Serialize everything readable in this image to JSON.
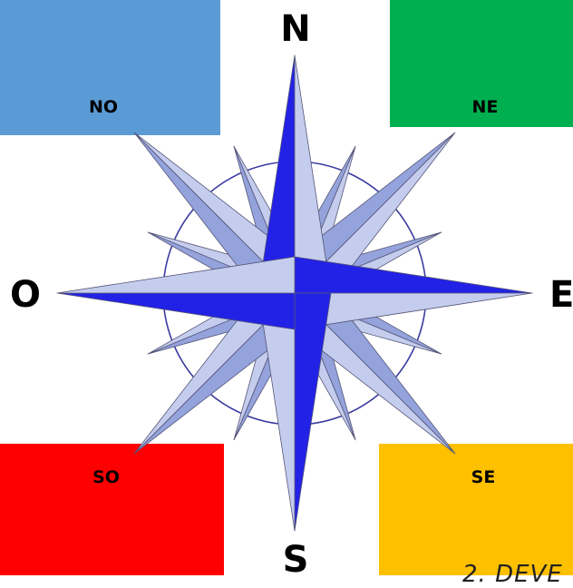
{
  "colors": {
    "nw": "#5b9bd5",
    "ne": "#00b050",
    "sw": "#ff0000",
    "se": "#ffc000",
    "rose_dark": "#2222e6",
    "rose_light": "#c5cdee",
    "rose_mid": "#94a3dc",
    "ring": "#3a3aa0"
  },
  "labels": {
    "n": "N",
    "s": "S",
    "e": "E",
    "o": "O",
    "ne": "NE",
    "no": "NO",
    "se": "SE",
    "so": "SO"
  },
  "clipped_text": "2. DEVE"
}
